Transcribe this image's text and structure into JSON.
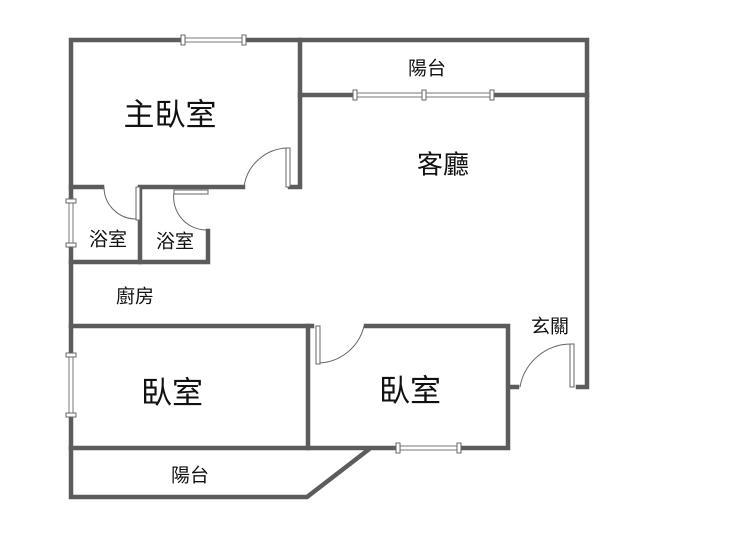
{
  "rooms": {
    "master_bedroom": "主臥室",
    "balcony_top": "陽台",
    "living_room": "客廳",
    "bathroom_1": "浴室",
    "bathroom_2": "浴室",
    "kitchen": "廚房",
    "entrance": "玄關",
    "bedroom_left": "臥室",
    "bedroom_right": "臥室",
    "balcony_bottom": "陽台"
  },
  "colors": {
    "wall": "#5c5c5c",
    "background": "#ffffff"
  }
}
